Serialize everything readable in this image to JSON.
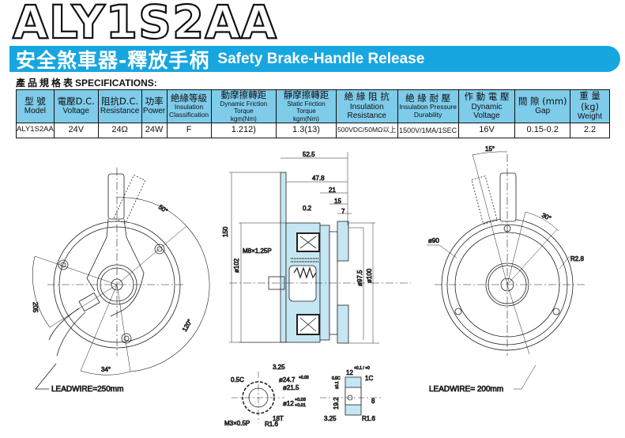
{
  "title": "ALY1S2AA",
  "banner": {
    "zh": "安全煞車器-釋放手柄",
    "en": "Safety Brake-Handle Release"
  },
  "specs": {
    "heading_zh": "產品規格表",
    "heading_en": "SPECIFICATIONS:",
    "columns": [
      {
        "zh": "型 號",
        "en": "Model"
      },
      {
        "zh": "電壓D.C.",
        "en": "Voltage"
      },
      {
        "zh": "阻抗D.C.",
        "en": "Resistance"
      },
      {
        "zh": "功率",
        "en": "Power"
      },
      {
        "zh": "絶緣等級",
        "en": "Insulation Classification"
      },
      {
        "zh": "動摩擦轉距",
        "en": "Dynamic Friction Torque",
        "en2": "kgm(Nm)"
      },
      {
        "zh": "靜摩擦轉距",
        "en": "Static Friction Torque",
        "en2": "kgm(Nm)"
      },
      {
        "zh": "絶 緣 阻 抗",
        "en": "Insulation Resistance"
      },
      {
        "zh": "絶 緣 耐 壓",
        "en": "Insulation Pressure Durability"
      },
      {
        "zh": "作 動 電 壓",
        "en": "Dynamic Voltage"
      },
      {
        "zh": "間 隙 (mm)",
        "en": "Gap"
      },
      {
        "zh": "重 量 (kg)",
        "en": "Weight"
      }
    ],
    "row": [
      "ALY1S2AA",
      "24V",
      "24Ω",
      "24W",
      "F",
      "1.212)",
      "1.3(13)",
      "500VDC/50MΩ以上",
      "1500V/1MA/1SEC",
      "16V",
      "0.15-0.2",
      "2.2"
    ]
  },
  "left_view": {
    "a50": "50°",
    "d205": "205",
    "a120": "120°",
    "a34": "34°",
    "leadwire": "LEADWIRE=250mm"
  },
  "side_view": {
    "d525": "52.5",
    "d478": "47.8",
    "d21": "21",
    "d15": "15",
    "d7": "7",
    "d02": "0.2",
    "d150": "150",
    "m8": "M8×1.25P",
    "d102": "ø102",
    "d975": "ø97.5",
    "d100": "ø100"
  },
  "gear": {
    "d325": "3.25",
    "c05": "0.5C",
    "d247": "ø24.7",
    "tol247": "+0.03",
    "d215": "ø21.5",
    "d12": "ø12",
    "tol12a": "+0.03",
    "tol12b": "+0.01",
    "t18": "18T",
    "r16": "R1.6",
    "m3": "M3×0.5P"
  },
  "hub": {
    "c05": "0.5C",
    "w12": "12",
    "tol12": "+0.1 / +0",
    "c1": "1C",
    "h192": "19.2",
    "tol192": "±0.1",
    "d8": "8",
    "d325": "3.25",
    "r16": "R1.6"
  },
  "right_view": {
    "a15": "15°",
    "a30": "30°",
    "d90": "ø90",
    "r28": "R2.8",
    "leadwire": "LEADWIRE= 200mm"
  }
}
